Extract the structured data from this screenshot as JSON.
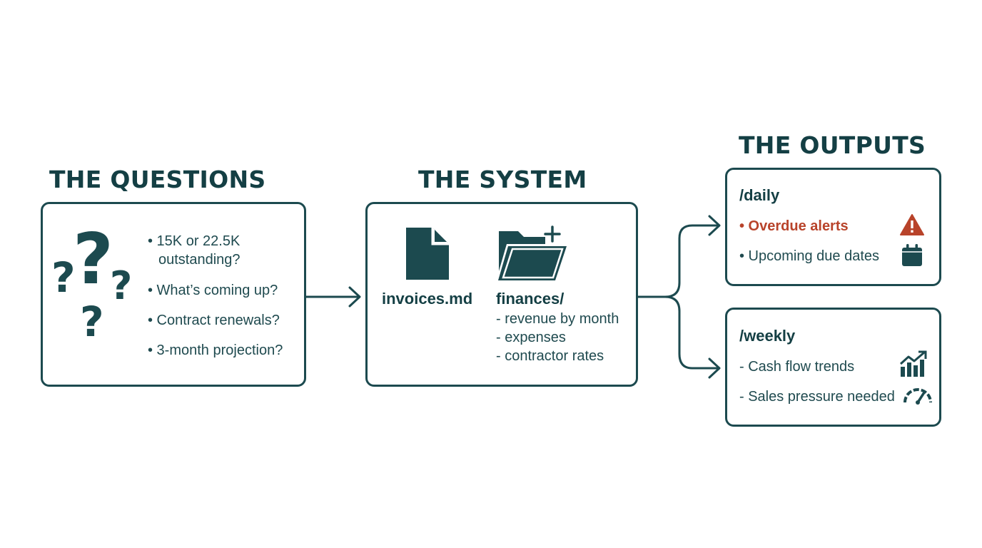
{
  "questions": {
    "heading": "THE QUESTIONS",
    "items": [
      "• 15K or 22.5K",
      "outstanding?",
      "• What’s coming up?",
      "• Contract renewals?",
      "• 3-month projection?"
    ]
  },
  "system": {
    "heading": "THE SYSTEM",
    "file_label": "invoices.md",
    "folder_label": "finances/",
    "folder_items": [
      "- revenue by month",
      "- expenses",
      "- contractor rates"
    ]
  },
  "outputs": {
    "heading": "THE OUTPUTS",
    "daily": {
      "title": "/daily",
      "items": [
        "• Overdue alerts",
        "• Upcoming due dates"
      ]
    },
    "weekly": {
      "title": "/weekly",
      "items": [
        "- Cash flow trends",
        "- Sales pressure needed"
      ]
    }
  },
  "colors": {
    "primary": "#1c4a4f",
    "alert": "#b8432a"
  },
  "icons": {
    "questions": "question-marks-icon",
    "file": "document-icon",
    "folder": "folder-plus-icon",
    "warning": "warning-icon",
    "calendar": "calendar-icon",
    "trend": "bar-chart-trend-icon",
    "gauge": "gauge-icon"
  }
}
